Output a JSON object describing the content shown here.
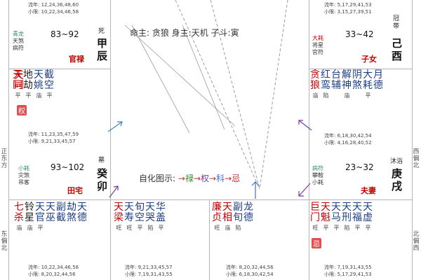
{
  "center": {
    "header_line": "命主: 贪狼 身主:天机 子斗:寅",
    "legend_label": "自化图示:",
    "legend_arrow": "→",
    "legend_items": [
      {
        "label": "禄",
        "color": "#2e8b2e"
      },
      {
        "label": "权",
        "color": "#7a3aa0"
      },
      {
        "label": "科",
        "color": "#3a6fcf"
      },
      {
        "label": "忌",
        "color": "#c03030"
      }
    ]
  },
  "side_labels": {
    "left_top": "正东方",
    "left_bottom": "东偏北",
    "right_top": "西偏北",
    "right_bottom": "北偏西"
  },
  "palaces": {
    "top_left_partial": {
      "flow_years": "流年: 12,24,36,48,60",
      "minor_limits": "小限: 10,22,34,46,58"
    },
    "top_right_partial": {
      "flow_years": "流年: 5,17,29,41,53",
      "minor_limits": "小限: 3,15,27,39,51"
    },
    "chen": {
      "minor_stars": [
        "青龙",
        "天煞",
        "病符"
      ],
      "range": "83~92",
      "phase": "死",
      "stem": "甲",
      "branch": "辰",
      "name": "官禄"
    },
    "you": {
      "minor_stars": [
        "大耗",
        "将星",
        "官符"
      ],
      "range": "33~42",
      "phase": "冠带",
      "stem": "己",
      "branch": "酉",
      "name": "子女"
    },
    "mao_left_stars": {
      "stars": [
        "天同",
        "地劫",
        "天姚",
        "截空"
      ],
      "brightness": [
        "平",
        "平",
        "庙",
        "平"
      ],
      "badge": "权"
    },
    "xu_right_stars": {
      "stars": [
        "贪狼",
        "红鸾",
        "台辅",
        "解神",
        "阴煞",
        "大耗",
        "月德"
      ],
      "brightness": [
        "庙",
        "陷",
        "",
        "庙",
        "",
        "平",
        ""
      ]
    },
    "mao": {
      "flow_years": "流年: 11,23,35,47,59",
      "minor_limits": "小限: 9,21,33,45,57",
      "minor_stars": [
        "小耗",
        "灾煞",
        "吊客"
      ],
      "range": "93~102",
      "phase": "墓",
      "stem": "癸",
      "branch": "卯",
      "name": "田宅"
    },
    "xu": {
      "flow_years": "流年: 6,18,30,42,54",
      "minor_limits": "小限: 4,16,28,40,52",
      "minor_stars": [
        "病符",
        "攀鞍",
        "小耗"
      ],
      "range": "23~32",
      "phase": "沐浴",
      "stem": "庚",
      "branch": "戌",
      "name": "夫妻"
    },
    "bottom_1": {
      "stars": [
        "七杀",
        "铃星",
        "天官",
        "天巫",
        "副截",
        "劫煞",
        "天德"
      ],
      "brightness": [
        "庙",
        "庙",
        "平",
        "",
        "",
        "",
        ""
      ],
      "flow_years": "流年: 10,22,34,46,58",
      "minor_limits": "小限: 8,20,32,44,56"
    },
    "bottom_2": {
      "stars": [
        "天梁",
        "天寿",
        "旬空",
        "天哭",
        "华盖"
      ],
      "brightness": [
        "旺",
        "旺",
        "平",
        "陷",
        "平"
      ],
      "flow_years": "流年: 9,21,33,45,57",
      "minor_limits": "小限: 7,19,31,43,55"
    },
    "bottom_3": {
      "stars": [
        "廉贞",
        "天相",
        "副旬",
        "龙德"
      ],
      "brightness": [
        "旺",
        "庙",
        "陷",
        ""
      ],
      "flow_years": "流年: 8,20,32,44,56",
      "minor_limits": "小限: 6,18,30,42,54"
    },
    "bottom_4": {
      "stars": [
        "巨门",
        "天魁",
        "天马",
        "天刑",
        "天福",
        "天虚"
      ],
      "brightness": [
        "旺",
        "平",
        "平",
        "陷",
        "平",
        "平"
      ],
      "badge": "忌",
      "flow_years": "流年: 7,19,31,43,55",
      "minor_limits": "小限: 5,17,29,41,53"
    }
  }
}
